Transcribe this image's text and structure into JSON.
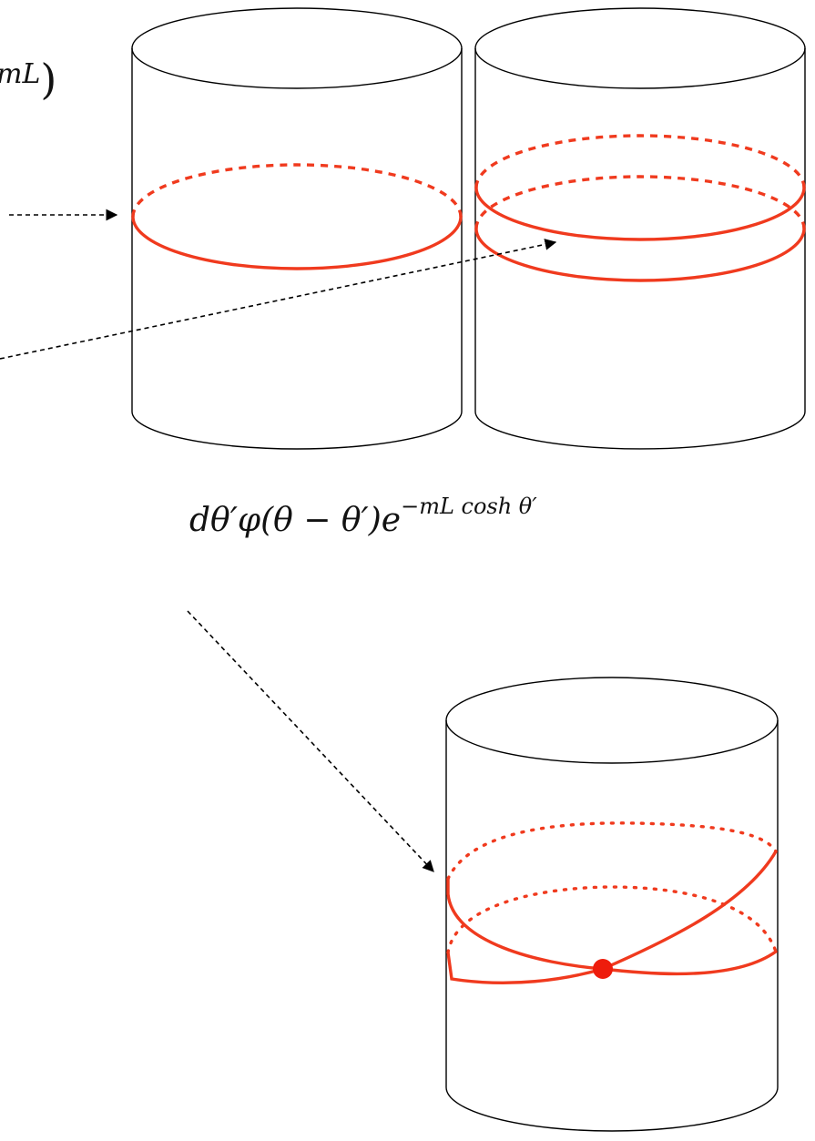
{
  "formulas": {
    "top_fragment": "mL",
    "top_paren": ")",
    "integral_tail_prefix": "dθ′φ(θ − θ′)e",
    "integral_tail_exponent": "−mL cosh θ′"
  },
  "colors": {
    "loop": "#f03a1e",
    "crossing_point": "#ee1c0c",
    "outline": "#000000",
    "arrow": "#000000"
  }
}
